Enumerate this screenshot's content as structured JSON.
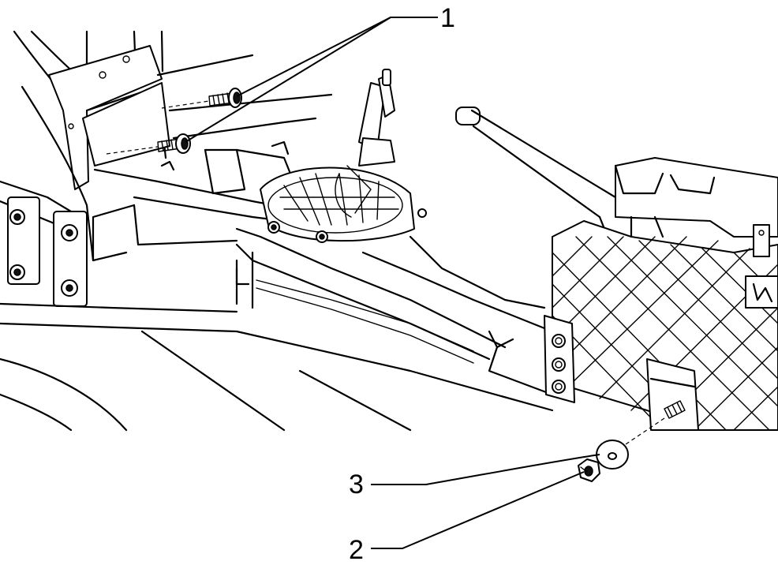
{
  "callouts": [
    {
      "number": "1",
      "meaning": ""
    },
    {
      "number": "2",
      "meaning": ""
    },
    {
      "number": "3",
      "meaning": ""
    }
  ]
}
